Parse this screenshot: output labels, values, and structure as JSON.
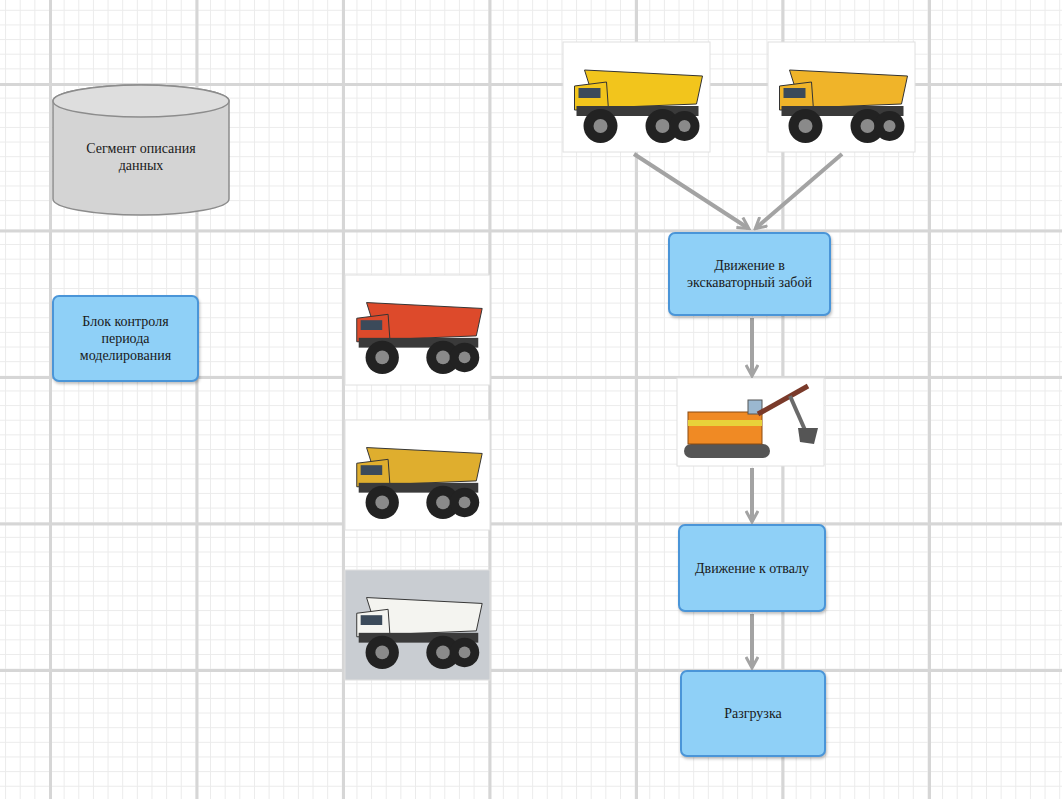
{
  "diagram": {
    "nodes": [
      {
        "text": [
          "Сегмент описания данных"
        ]
      },
      {
        "text": [
          "Блок контроля периода моделирования"
        ]
      },
      {
        "text": [
          "Движение в экскаваторный забой"
        ]
      },
      {
        "text": [
          "Движение к отвалу"
        ]
      },
      {
        "text": [
          "Разгрузка"
        ]
      }
    ],
    "edges": [
      {
        "from": 3,
        "to": 4,
        "arrow": "to"
      }
    ]
  }
}
